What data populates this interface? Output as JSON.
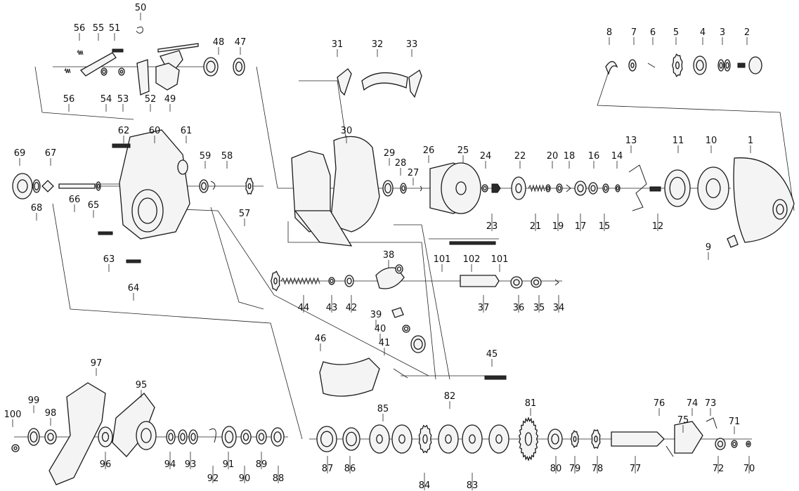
{
  "diagram": {
    "type": "exploded-parts-diagram",
    "labels": [
      "1",
      "2",
      "3",
      "4",
      "5",
      "6",
      "7",
      "8",
      "9",
      "10",
      "11",
      "12",
      "13",
      "14",
      "15",
      "16",
      "17",
      "18",
      "19",
      "20",
      "21",
      "22",
      "23",
      "24",
      "25",
      "26",
      "27",
      "28",
      "29",
      "30",
      "31",
      "32",
      "33",
      "34",
      "35",
      "36",
      "37",
      "38",
      "39",
      "40",
      "41",
      "42",
      "43",
      "44",
      "45",
      "46",
      "47",
      "48",
      "49",
      "50",
      "51",
      "52",
      "53",
      "54",
      "55",
      "56",
      "56",
      "57",
      "58",
      "59",
      "60",
      "61",
      "62",
      "63",
      "64",
      "65",
      "66",
      "67",
      "68",
      "69",
      "70",
      "71",
      "72",
      "73",
      "74",
      "75",
      "76",
      "77",
      "78",
      "79",
      "80",
      "81",
      "82",
      "83",
      "84",
      "85",
      "86",
      "87",
      "88",
      "89",
      "90",
      "91",
      "92",
      "93",
      "94",
      "95",
      "96",
      "97",
      "98",
      "99",
      "100",
      "101",
      "101",
      "102"
    ]
  }
}
